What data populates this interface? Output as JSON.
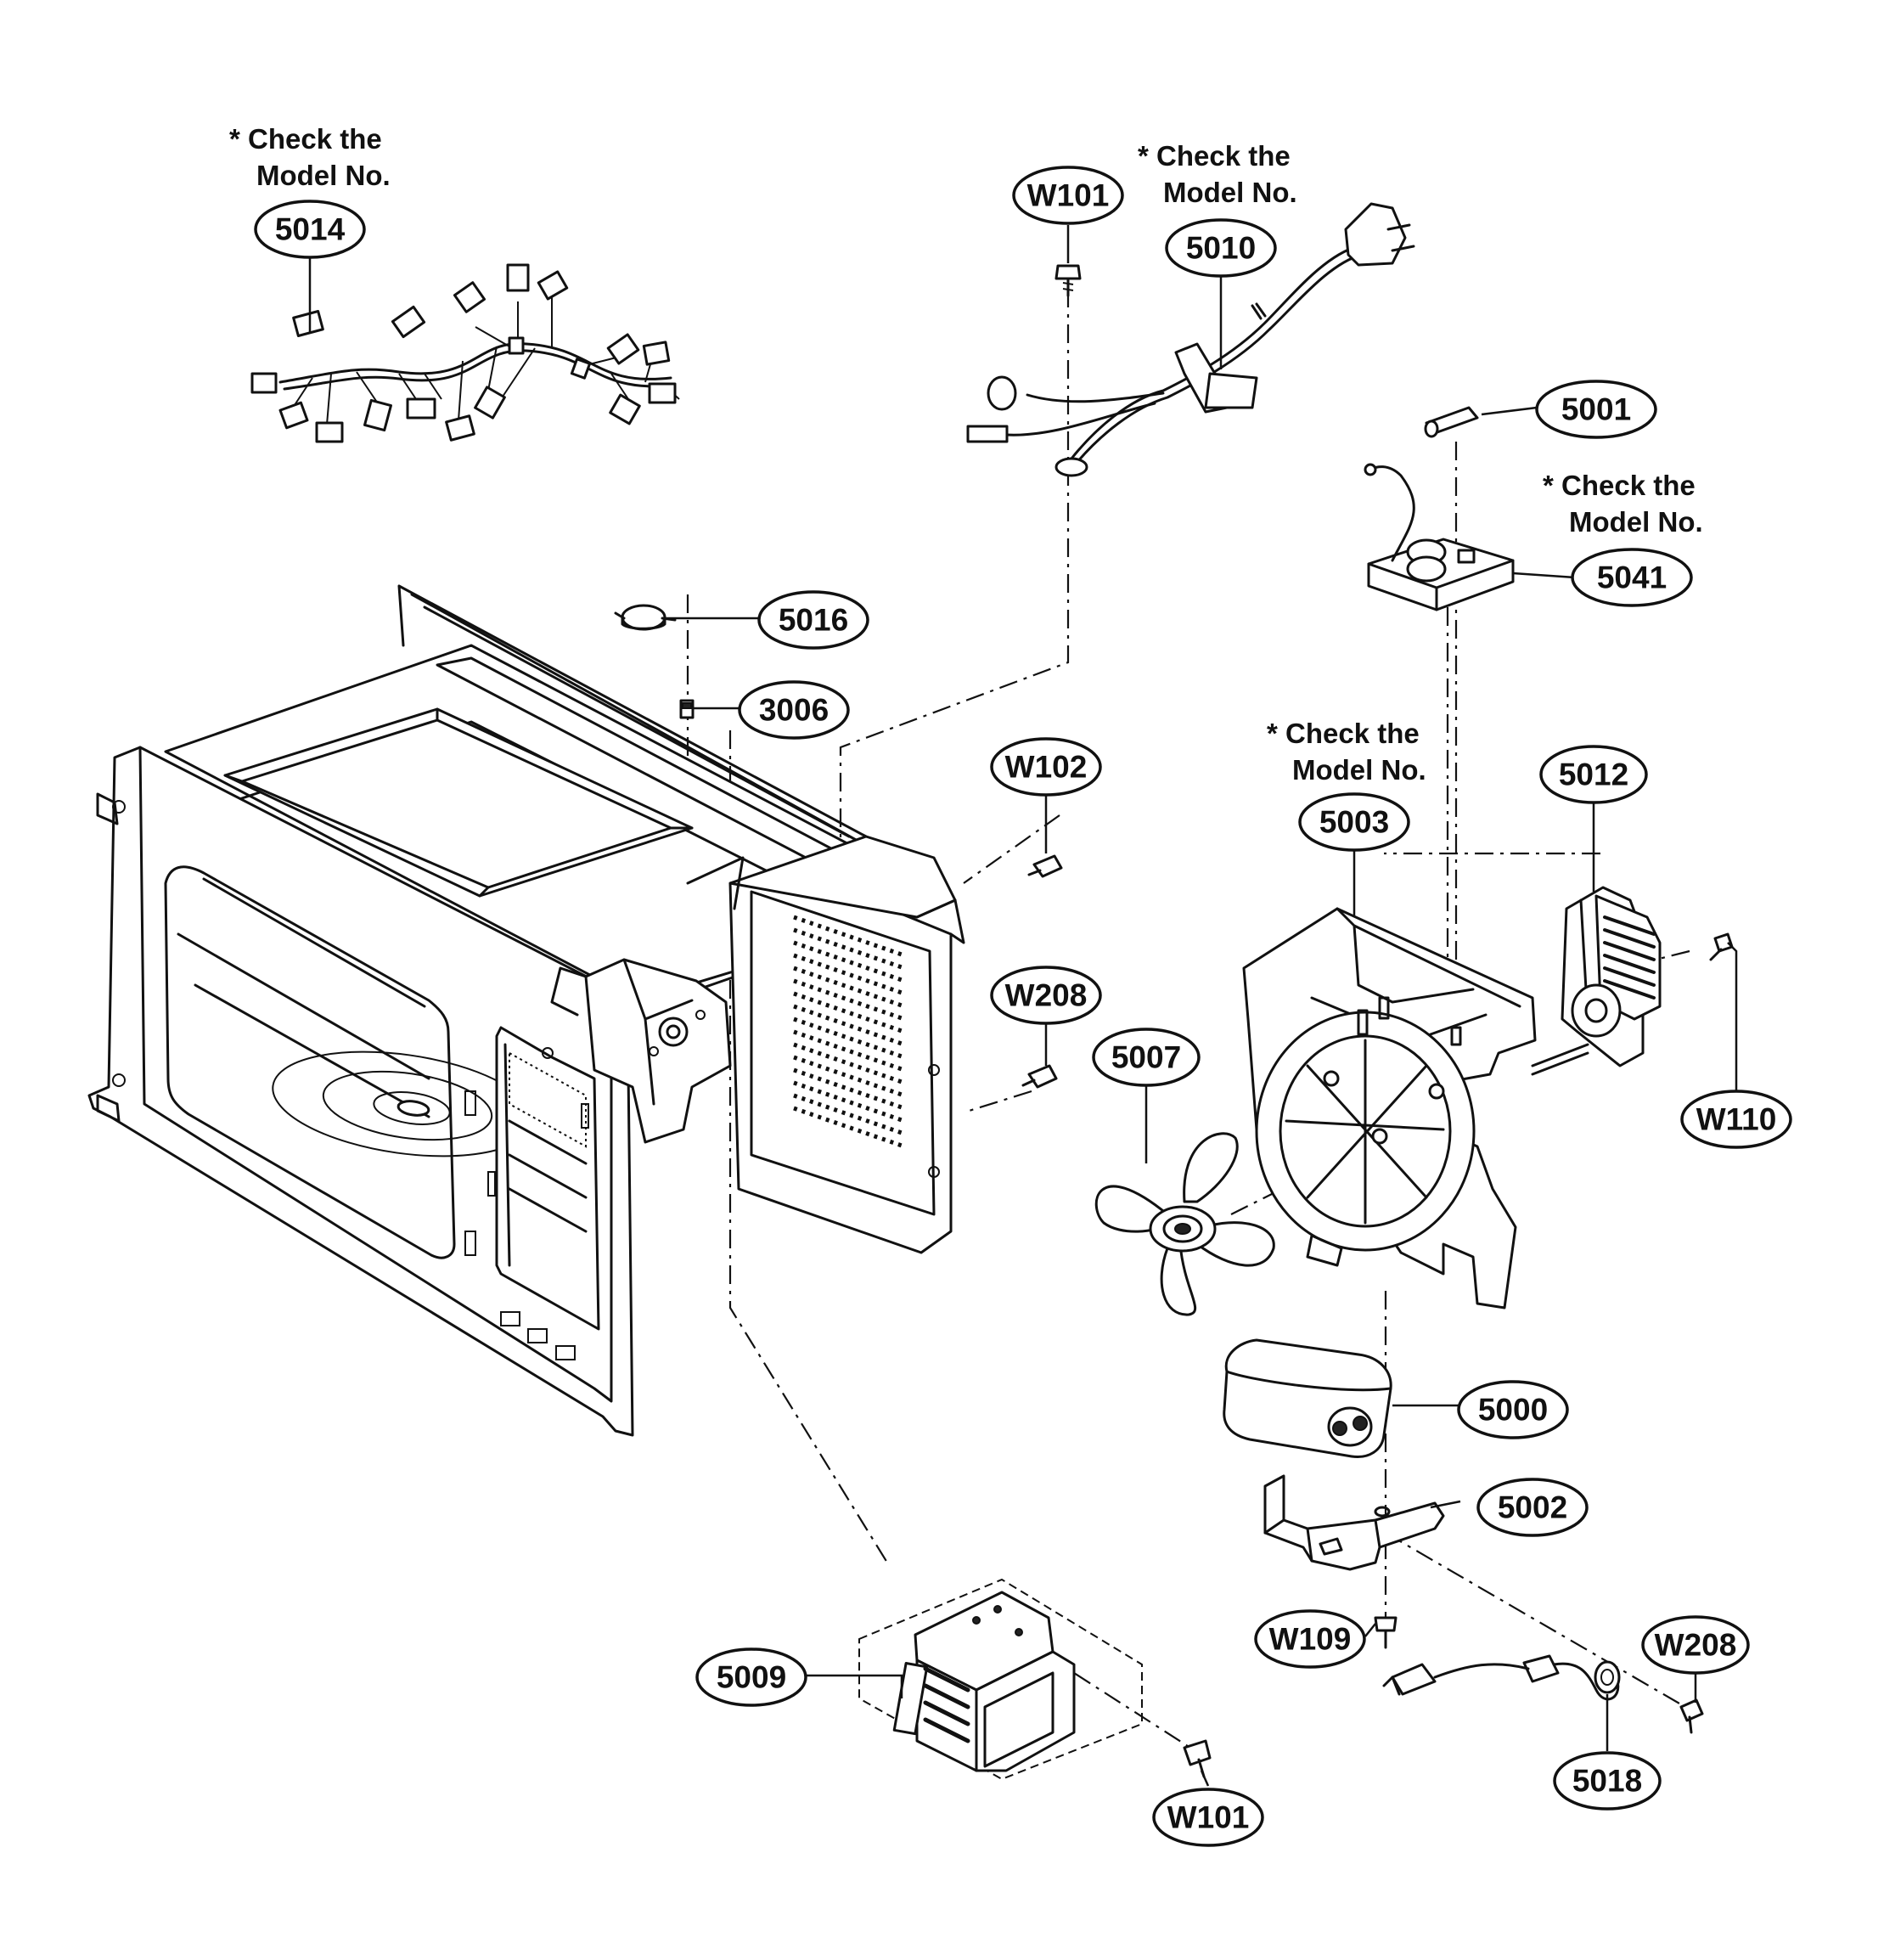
{
  "diagram": {
    "callouts": {
      "c5014": "5014",
      "c5010": "5010",
      "c5001": "5001",
      "c5041": "5041",
      "c5016": "5016",
      "c3006": "3006",
      "c5003": "5003",
      "c5012": "5012",
      "c5007": "5007",
      "c5000": "5000",
      "c5002": "5002",
      "c5009": "5009",
      "c5018": "5018",
      "cW101a": "W101",
      "cW101b": "W101",
      "cW102": "W102",
      "cW208a": "W208",
      "cW208b": "W208",
      "cW110": "W110",
      "cW109": "W109"
    },
    "notes": [
      {
        "line1": "* Check the",
        "line2": "Model No."
      },
      {
        "line1": "* Check the",
        "line2": "Model No."
      },
      {
        "line1": "* Check the",
        "line2": "Model No."
      },
      {
        "line1": "* Check the",
        "line2": "Model No."
      }
    ]
  }
}
